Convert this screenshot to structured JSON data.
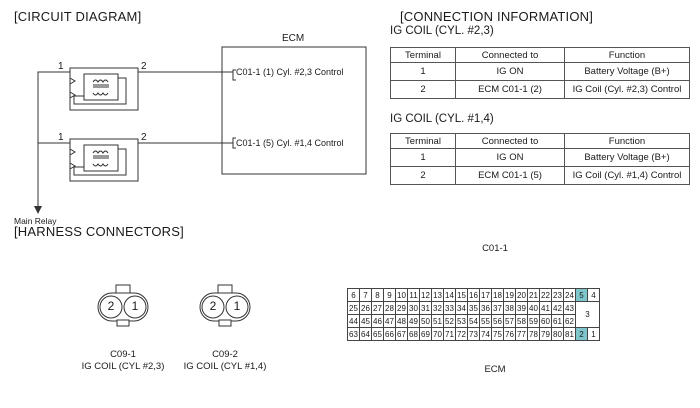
{
  "circuit": {
    "title": "[CIRCUIT DIAGRAM]",
    "ecm_label": "ECM",
    "coils": [
      {
        "pin_left": "1",
        "pin_right": "2",
        "connector": "C01-1 (1)",
        "function": "Cyl. #2,3 Control"
      },
      {
        "pin_left": "1",
        "pin_right": "2",
        "connector": "C01-1 (5)",
        "function": "Cyl. #1,4 Control"
      }
    ],
    "main_relay": "Main Relay"
  },
  "connection": {
    "title": "[CONNECTION INFORMATION]",
    "tables": [
      {
        "title": "IG COIL (CYL. #2,3)",
        "headers": [
          "Terminal",
          "Connected to",
          "Function"
        ],
        "rows": [
          [
            "1",
            "IG ON",
            "Battery Voltage (B+)"
          ],
          [
            "2",
            "ECM C01-1 (2)",
            "IG Coil (Cyl. #2,3) Control"
          ]
        ]
      },
      {
        "title": "IG COIL (CYL. #1,4)",
        "headers": [
          "Terminal",
          "Connected to",
          "Function"
        ],
        "rows": [
          [
            "1",
            "IG ON",
            "Battery Voltage (B+)"
          ],
          [
            "2",
            "ECM C01-1 (5)",
            "IG Coil (Cyl. #1,4) Control"
          ]
        ]
      }
    ]
  },
  "harness": {
    "title": "[HARNESS CONNECTORS]",
    "coil_connectors": [
      {
        "pins": [
          "2",
          "1"
        ],
        "code": "C09-1",
        "name": "IG COIL (CYL #2,3)"
      },
      {
        "pins": [
          "2",
          "1"
        ],
        "code": "C09-2",
        "name": "IG COIL (CYL #1,4)"
      }
    ],
    "ecm_connector": {
      "code": "C01-1",
      "name": "ECM",
      "rows": [
        [
          "6",
          "7",
          "8",
          "9",
          "10",
          "11",
          "12",
          "13",
          "14",
          "15",
          "16",
          "17",
          "18",
          "19",
          "20",
          "21",
          "22",
          "23",
          "24"
        ],
        [
          "25",
          "26",
          "27",
          "28",
          "29",
          "30",
          "31",
          "32",
          "33",
          "34",
          "35",
          "36",
          "37",
          "38",
          "39",
          "40",
          "41",
          "42",
          "43"
        ],
        [
          "44",
          "45",
          "46",
          "47",
          "48",
          "49",
          "50",
          "51",
          "52",
          "53",
          "54",
          "55",
          "56",
          "57",
          "58",
          "59",
          "60",
          "61",
          "62"
        ],
        [
          "63",
          "64",
          "65",
          "66",
          "67",
          "68",
          "69",
          "70",
          "71",
          "72",
          "73",
          "74",
          "75",
          "76",
          "77",
          "78",
          "79",
          "80",
          "81"
        ]
      ],
      "right_pins": {
        "top_a": "5",
        "top_b": "4",
        "mid": "3",
        "bot_a": "2",
        "bot_b": "1"
      },
      "highlight_color": "#7fc6cc"
    }
  }
}
